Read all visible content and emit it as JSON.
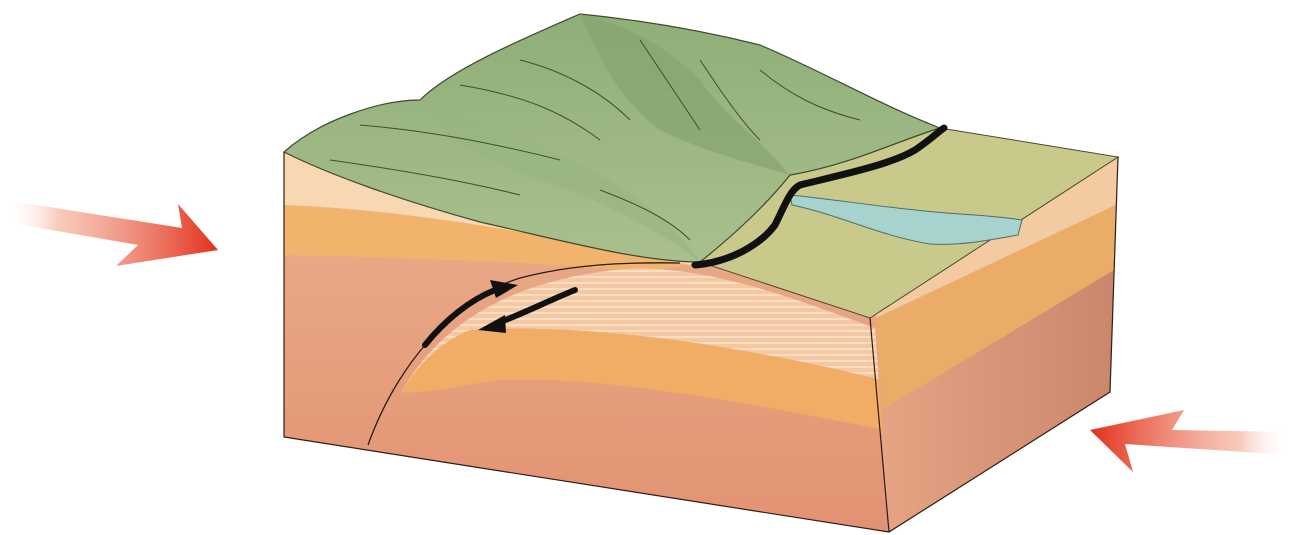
{
  "diagram": {
    "subject": "thrust-fault-block",
    "compression_arrows": [
      "left-arrow",
      "right-arrow"
    ],
    "slip_arrows": [
      "hanging-wall-up-arrow",
      "footwall-down-arrow"
    ],
    "colors": {
      "arrow": "#e4331f",
      "surface_upthrown": "#9fb882",
      "surface_downthrown": "#c9c98a",
      "river": "#a8d4d0",
      "layer_light": "#f6d7b0",
      "layer_orange": "#f2b068",
      "layer_deep": "#e7a07e",
      "fault_trace": "#111111"
    }
  }
}
